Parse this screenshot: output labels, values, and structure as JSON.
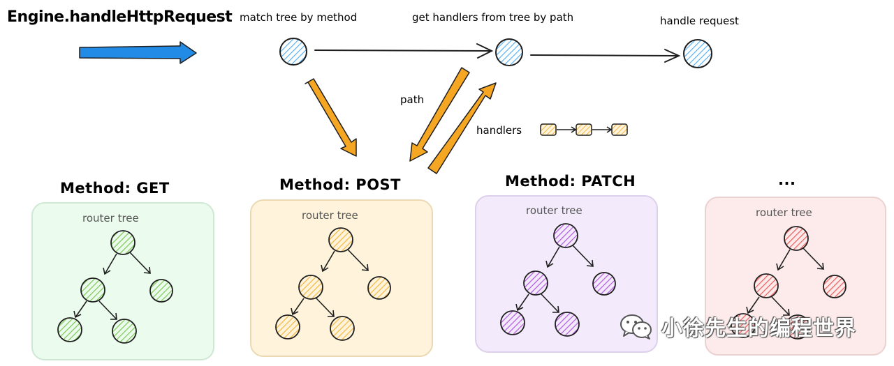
{
  "top": {
    "entry_label": "Engine.handleHttpRequest",
    "step1_label": "match tree by method",
    "step2_label": "get handlers from tree by path",
    "step3_label": "handle request",
    "path_label": "path",
    "handlers_label": "handlers"
  },
  "boxes": [
    {
      "method": "Method: GET",
      "tree_label": "router tree",
      "color": "#7ec850",
      "bg": "#ebfbee",
      "border": "#cfe8d4"
    },
    {
      "method": "Method: POST",
      "tree_label": "router tree",
      "color": "#f4b73f",
      "bg": "#fff4db",
      "border": "#ead9b3"
    },
    {
      "method": "Method: PATCH",
      "tree_label": "router tree",
      "color": "#b358e0",
      "bg": "#f3eafb",
      "border": "#ddd0ea"
    },
    {
      "method": "...",
      "tree_label": "router tree",
      "color": "#ee5a5a",
      "bg": "#fcebea",
      "border": "#ead2d0"
    }
  ],
  "colors": {
    "blue_arrow": "#228be6",
    "orange_arrow": "#f5a623",
    "node_blue": "#4dabf7",
    "stroke": "#1e1e1e"
  },
  "watermark": {
    "icon": "wechat-icon",
    "text": "小徐先生的编程世界"
  }
}
